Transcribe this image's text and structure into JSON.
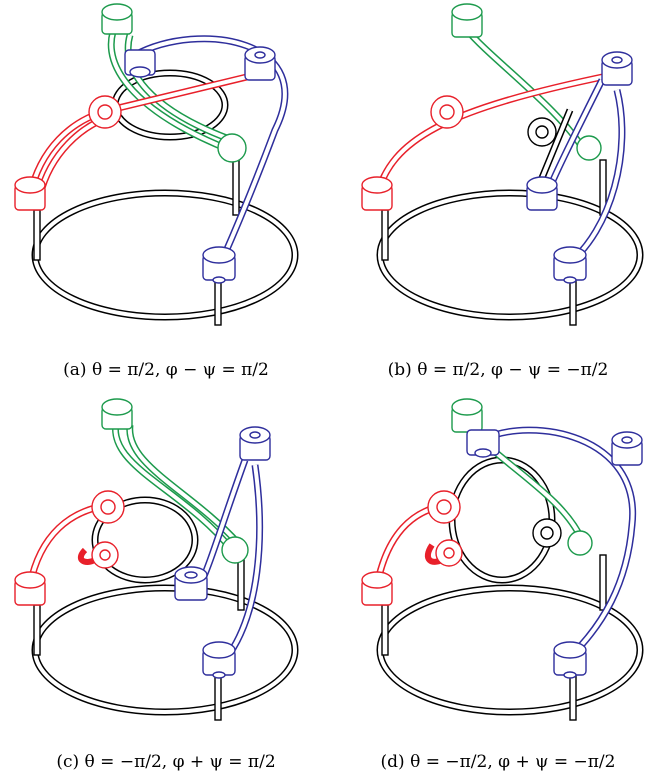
{
  "colors": {
    "red": "#e8202a",
    "green": "#1c9a4c",
    "blue": "#2e2e9c",
    "black": "#000000"
  },
  "panels": [
    {
      "id": "a",
      "caption": "(a) θ = π/2, φ − ψ = π/2"
    },
    {
      "id": "b",
      "caption": "(b) θ = π/2, φ − ψ = −π/2"
    },
    {
      "id": "c",
      "caption": "(c) θ = −π/2, φ + ψ = π/2"
    },
    {
      "id": "d",
      "caption": "(d) θ = −π/2, φ + ψ = −π/2"
    }
  ]
}
